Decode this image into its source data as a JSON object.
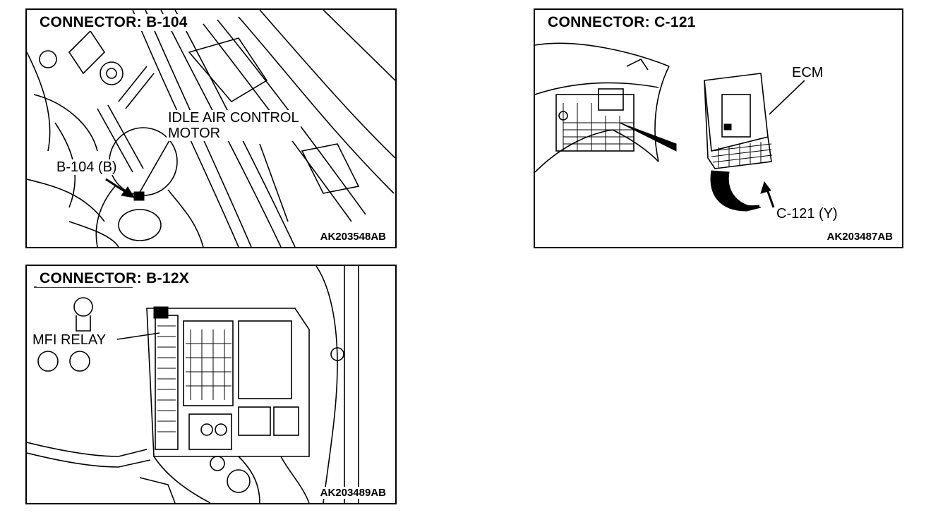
{
  "panels": {
    "b104": {
      "title": "CONNECTOR: B-104",
      "code": "AK203548AB",
      "component_label_line1": "IDLE AIR CONTROL",
      "component_label_line2": "MOTOR",
      "connector_label": "B-104 (B)"
    },
    "c121": {
      "title": "CONNECTOR: C-121",
      "code": "AK203487AB",
      "component_label": "ECM",
      "connector_label": "C-121 (Y)"
    },
    "b12x": {
      "title": "CONNECTOR: B-12X",
      "code": "AK203489AB",
      "component_label": "MFI RELAY"
    }
  },
  "colors": {
    "line": "#000000",
    "background": "#ffffff"
  },
  "icons": {
    "pointer": "arrow-icon"
  }
}
